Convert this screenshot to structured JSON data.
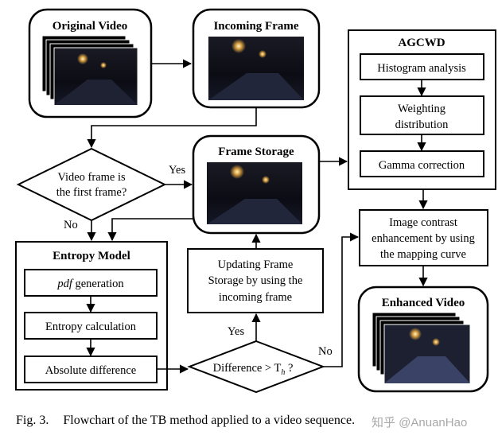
{
  "nodes": {
    "original_video": "Original Video",
    "incoming_frame": "Incoming Frame",
    "frame_storage": "Frame Storage",
    "agcwd": {
      "title": "AGCWD",
      "histogram": "Histogram analysis",
      "weighting_1": "Weighting",
      "weighting_2": "distribution",
      "gamma": "Gamma correction"
    },
    "decision_first": {
      "line1": "Video frame is",
      "line2": "the first frame?"
    },
    "entropy_model": {
      "title": "Entropy Model",
      "pdf_italic": "pdf",
      "pdf_rest": " generation",
      "entropy_calc": "Entropy calculation",
      "abs_diff": "Absolute difference"
    },
    "updating": {
      "line1": "Updating Frame",
      "line2": "Storage by using the",
      "line3": "incoming frame"
    },
    "decision_diff": {
      "text": "Difference > T",
      "sub": "h",
      "q": " ?"
    },
    "contrast": {
      "line1": "Image contrast",
      "line2": "enhancement by using",
      "line3": "the mapping curve"
    },
    "enhanced_video": "Enhanced Video"
  },
  "edges": {
    "yes1": "Yes",
    "no1": "No",
    "yes2": "Yes",
    "no2": "No"
  },
  "caption": {
    "label": "Fig. 3.",
    "text": "Flowchart of the TB method applied to a video sequence."
  },
  "watermark": "知乎 @AnuanHao"
}
